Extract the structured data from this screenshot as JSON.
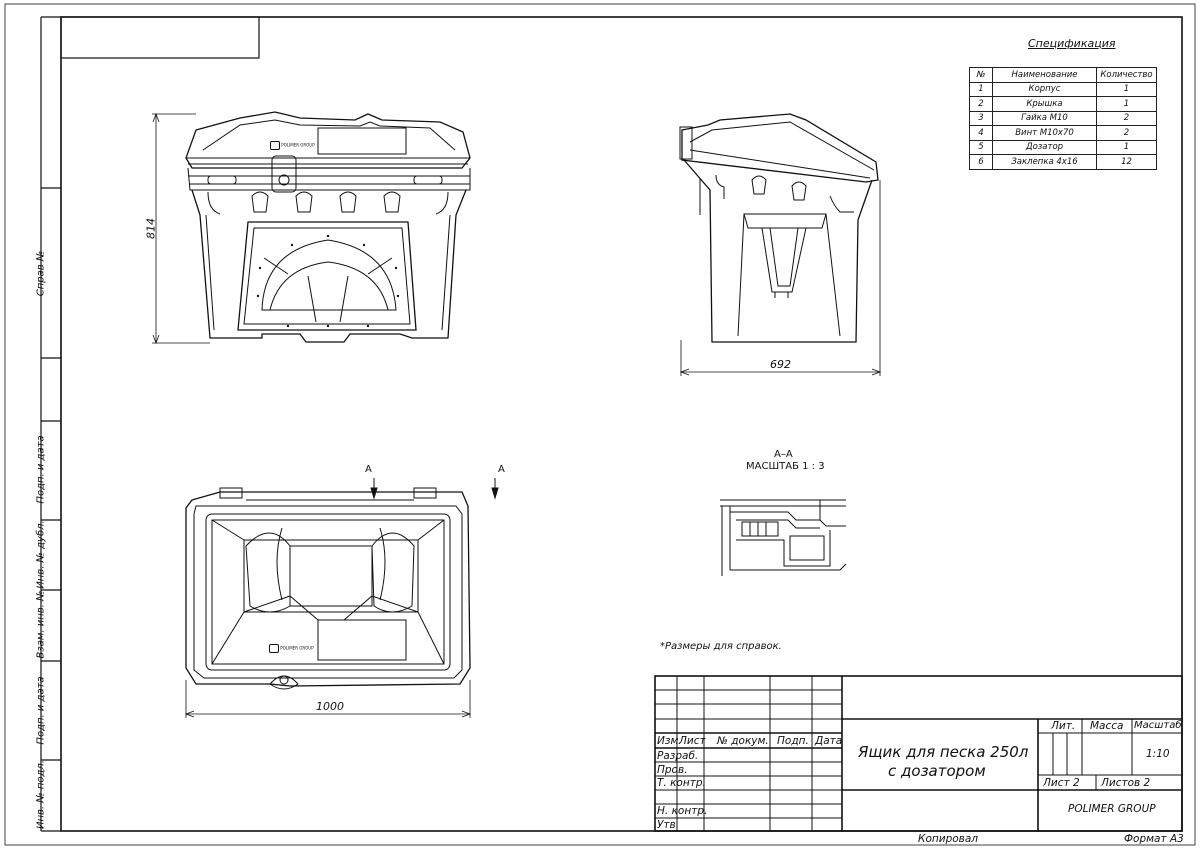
{
  "spec": {
    "title": "Спецификация",
    "headers": [
      "№",
      "Наименование",
      "Количество"
    ],
    "rows": [
      [
        "1",
        "Корпус",
        "1"
      ],
      [
        "2",
        "Крышка",
        "1"
      ],
      [
        "3",
        "Гайка М10",
        "2"
      ],
      [
        "4",
        "Винт М10х70",
        "2"
      ],
      [
        "5",
        "Дозатор",
        "1"
      ],
      [
        "6",
        "Заклепка 4х16",
        "12"
      ]
    ]
  },
  "dimensions": {
    "front_height": "814",
    "side_width": "692",
    "top_width": "1000"
  },
  "section": {
    "marker": "А",
    "title": "А–А",
    "scale": "МАСШТАБ 1 : 3"
  },
  "note": "*Размеры для справок.",
  "left_strip": {
    "sprav": "Справ №",
    "podp_data_1": "Подп. и дата",
    "inv_dubl": "Инв. № дубл.",
    "vzam_inv": "Взам. инв. №",
    "podp_data_2": "Подп. и дата",
    "inv_podl": "Инв. № подл."
  },
  "title_block": {
    "izm": "Изм.",
    "list": "Лист",
    "n_dokum": "№ докум.",
    "podp": "Подп.",
    "data": "Дата",
    "razrab": "Разраб.",
    "prov": "Пров.",
    "t_kontr": "Т. контр.",
    "n_kontr": "Н. контр.",
    "utv": "Утв.",
    "name_line1": "Ящик для песка 250л",
    "name_line2": "с дозатором",
    "lit": "Лит.",
    "massa": "Масса",
    "masshtab": "Масштаб",
    "scale_value": "1:10",
    "sheet": "Лист 2",
    "sheets": "Листов 2",
    "company": "POLIMER GROUP"
  },
  "footer": {
    "kopiroval": "Копировал",
    "format": "Формат А3"
  },
  "logo_text": "POLIMER GROUP"
}
